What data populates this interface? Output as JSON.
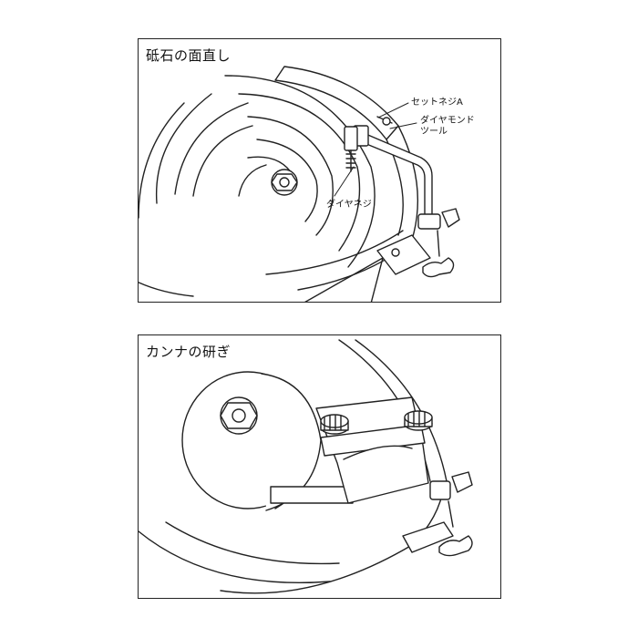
{
  "panel_top": {
    "title": "砥石の面直し",
    "labels": {
      "set_screw": "セットネジA",
      "diamond_tool_1": "ダイヤモンド",
      "diamond_tool_2": "ツール",
      "dia_screw": "ダイヤネジ"
    }
  },
  "panel_bottom": {
    "title": "カンナの研ぎ"
  }
}
